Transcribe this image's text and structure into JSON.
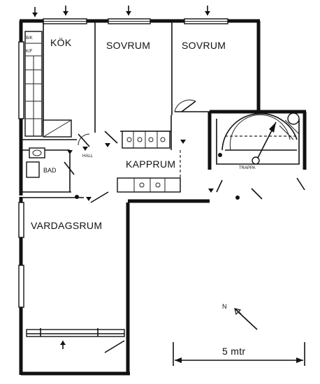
{
  "rooms": {
    "kok": "KÖK",
    "sovrum1": "SOVRUM",
    "sovrum2": "SOVRUM",
    "bad": "BAD",
    "hall": "HALL",
    "kapprum": "KAPPRUM",
    "trappa": "TRAPPA",
    "vardagsrum": "VARDAGSRUM"
  },
  "appliances": {
    "kitchen_top": "B/K",
    "kitchen_second": "K/F"
  },
  "compass": {
    "label": "N"
  },
  "scale": {
    "label": "5 mtr"
  }
}
